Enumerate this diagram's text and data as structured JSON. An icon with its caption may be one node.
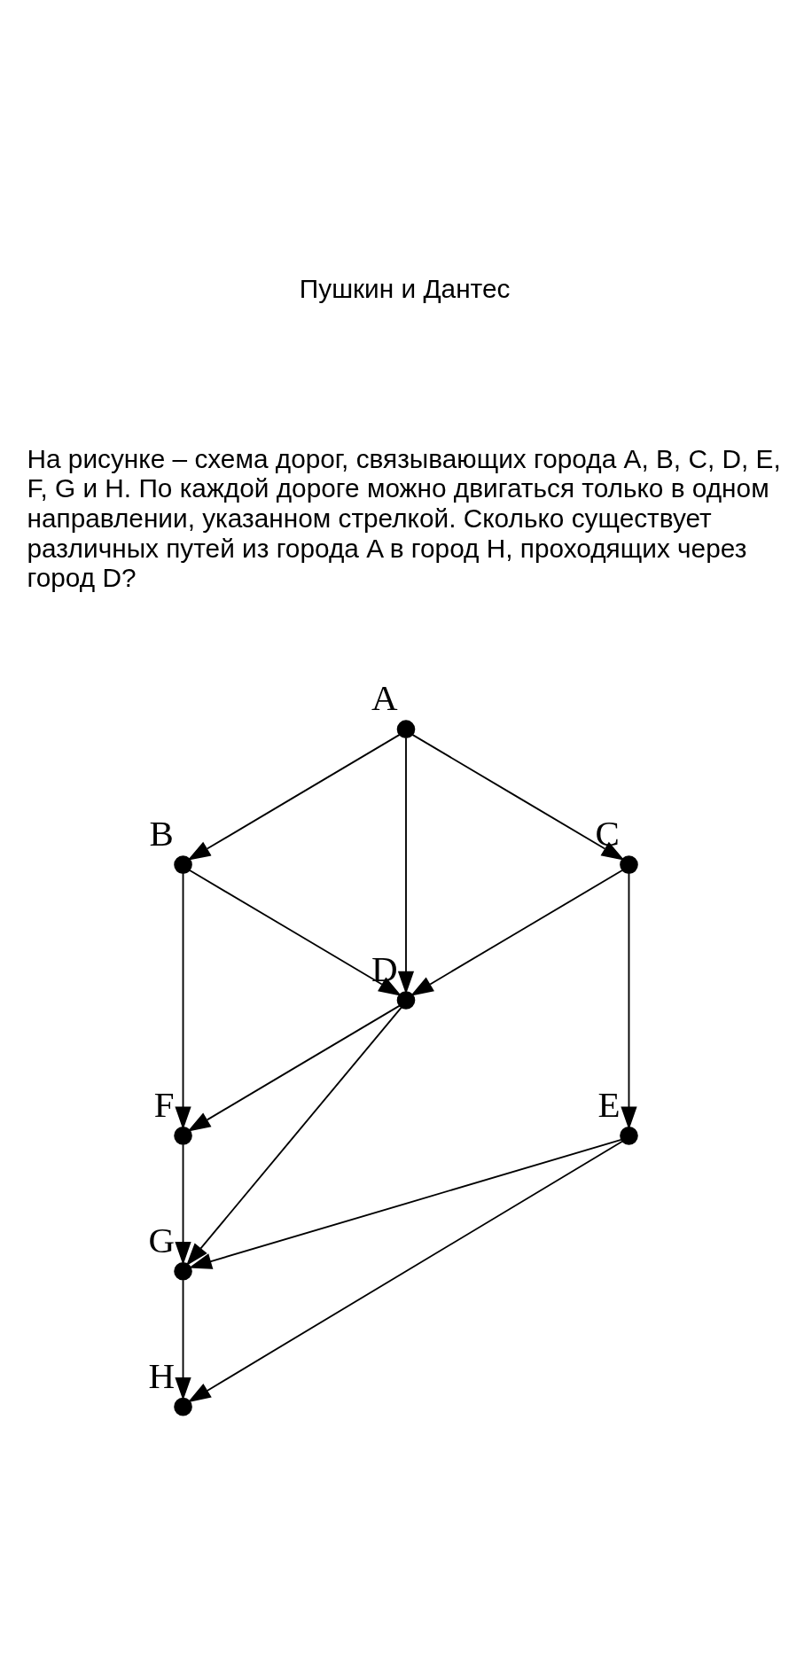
{
  "diagram": {
    "nodes": [
      {
        "text": [],
        "shape": "circle",
        "beside": [
          "A"
        ]
      },
      {
        "text": [],
        "shape": "circle",
        "beside": [
          "B"
        ]
      },
      {
        "text": [],
        "shape": "circle",
        "beside": [
          "C"
        ]
      },
      {
        "text": [],
        "shape": "circle",
        "beside": [
          "D"
        ]
      },
      {
        "text": [],
        "shape": "circle",
        "beside": [
          "E"
        ]
      },
      {
        "text": [],
        "shape": "circle",
        "beside": [
          "F"
        ]
      },
      {
        "text": [],
        "shape": "circle",
        "beside": [
          "G"
        ]
      },
      {
        "text": [],
        "shape": "circle",
        "beside": [
          "H"
        ]
      }
    ],
    "edges": [
      {
        "from": 0,
        "to": 1,
        "arrow": "to"
      },
      {
        "from": 0,
        "to": 3,
        "arrow": "to"
      },
      {
        "from": 0,
        "to": 2,
        "arrow": "to"
      },
      {
        "from": 1,
        "to": 3,
        "arrow": "to"
      },
      {
        "from": 2,
        "to": 3,
        "arrow": "to"
      },
      {
        "from": 1,
        "to": 5,
        "arrow": "to"
      },
      {
        "from": 3,
        "to": 5,
        "arrow": "to"
      },
      {
        "from": 2,
        "to": 4,
        "arrow": "to"
      },
      {
        "from": 3,
        "to": 6,
        "arrow": "to"
      },
      {
        "from": 5,
        "to": 6,
        "arrow": "to"
      },
      {
        "from": 4,
        "to": 6,
        "arrow": "to"
      },
      {
        "from": 6,
        "to": 7,
        "arrow": "to"
      },
      {
        "from": 4,
        "to": 7,
        "arrow": "to"
      }
    ],
    "labels": [
      "Пушкин и Дантес",
      "На рисунке – схема дорог, связывающих города A, B, C, D, E, F, G и H. По каждой дороге можно двигаться только в одном направлении, указанном стрелкой. Сколько существует различных путей из города A в город H, проходящих через город D?"
    ]
  }
}
